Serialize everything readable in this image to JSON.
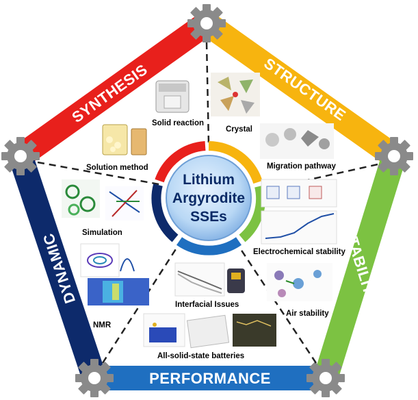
{
  "center": {
    "lines": [
      "Lithium",
      "Argyrodite",
      "SSEs"
    ]
  },
  "sides": {
    "synthesis": "SYNTHESIS",
    "structure": "STRUCTURE",
    "stability": "STABILITY",
    "performance": "PERFORMANCE",
    "dynamic": "DYNAMIC"
  },
  "labels": {
    "solid_reaction": "Solid reaction",
    "solution_method": "Solution method",
    "crystal": "Crystal",
    "migration_pathway": "Migration pathway",
    "electrochemical_stability": "Electrochemical stability",
    "air_stability": "Air stability",
    "interfacial_issues": "Interfacial Issues",
    "all_solid_state_batteries": "All-solid-state batteries",
    "simulation": "Simulation",
    "nmr": "NMR"
  },
  "colors": {
    "synthesis": "#e8201c",
    "structure": "#f7b40f",
    "stability": "#7cc242",
    "performance": "#1f6fc0",
    "dynamic": "#0d2a6b",
    "gear": "#8a8a8a"
  },
  "icons": [
    "gear-icon"
  ]
}
